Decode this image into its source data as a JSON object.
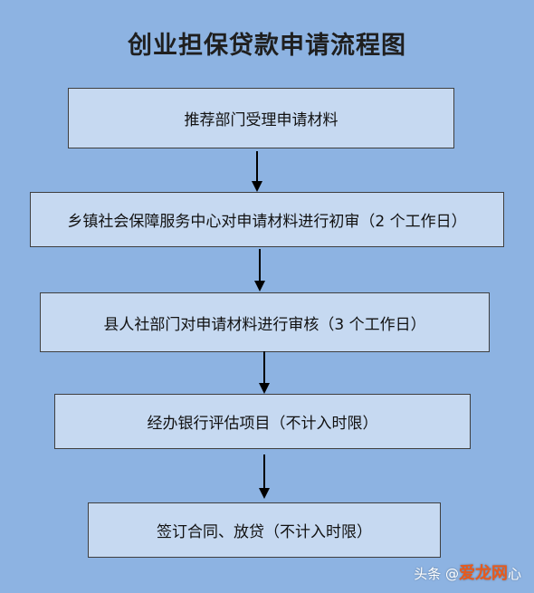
{
  "title": "创业担保贷款申请流程图",
  "steps": [
    "推荐部门受理申请材料",
    "乡镇社会保障服务中心对申请材料进行初审（2 个工作日）",
    "县人社部门对申请材料进行审核（3 个工作日）",
    "经办银行评估项目（不计入时限）",
    "签订合同、放贷（不计入时限）"
  ],
  "watermark": {
    "prefix": "头条 @",
    "brand": "爱龙网",
    "suffix": "心"
  },
  "colors": {
    "background": "#8db3e2",
    "box_fill": "#c6d9f1",
    "box_border": "#3f3f3f",
    "arrow": "#000000"
  }
}
